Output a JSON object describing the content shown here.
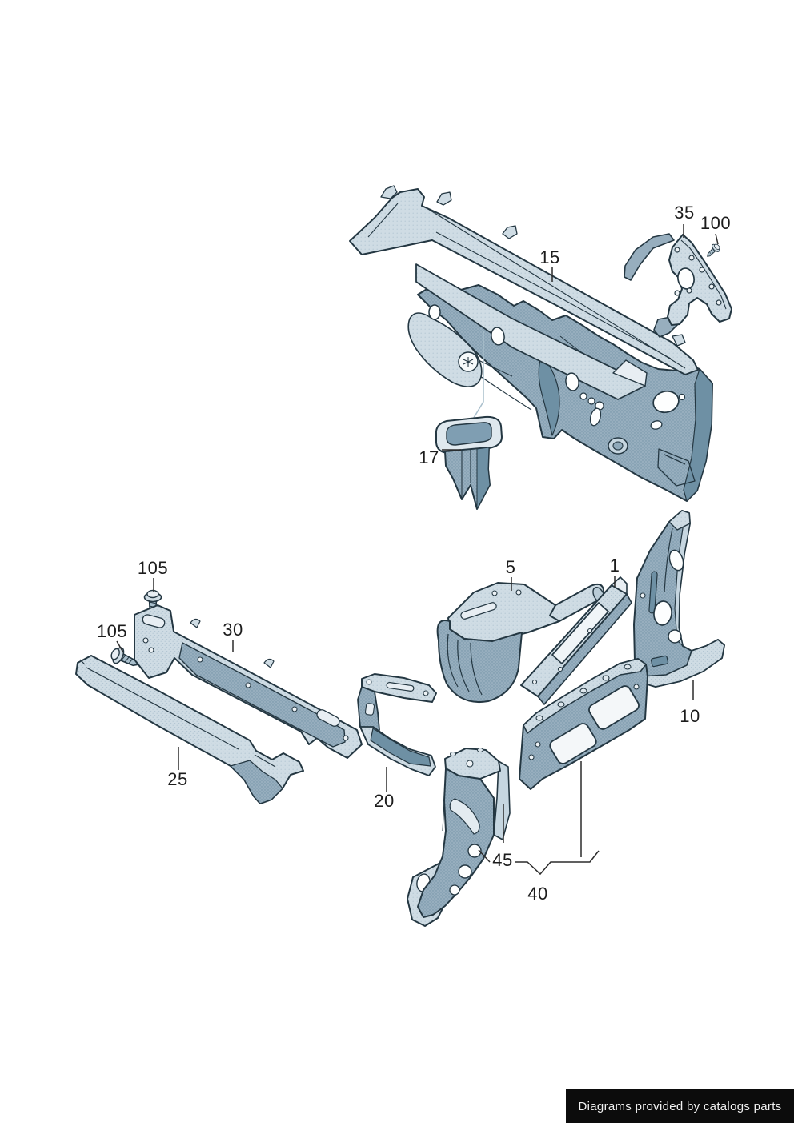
{
  "diagram": {
    "callouts": {
      "c15": "15",
      "c17": "17",
      "c35": "35",
      "c100": "100",
      "c105a": "105",
      "c105b": "105",
      "c30": "30",
      "c25": "25",
      "c20": "20",
      "c5": "5",
      "c1": "1",
      "c10": "10",
      "c45": "45",
      "c40": "40"
    },
    "colors": {
      "outline": "#243742",
      "fill_light": "#cfdce4",
      "fill_mid": "#97aebe",
      "fill_dark": "#6e90a4",
      "highlight": "#e8eef3",
      "label_text": "#1c1c1c"
    }
  },
  "footer": {
    "text": "Diagrams provided by catalogs parts",
    "background": "#0c0c0c",
    "text_color": "#f2f2f2"
  }
}
